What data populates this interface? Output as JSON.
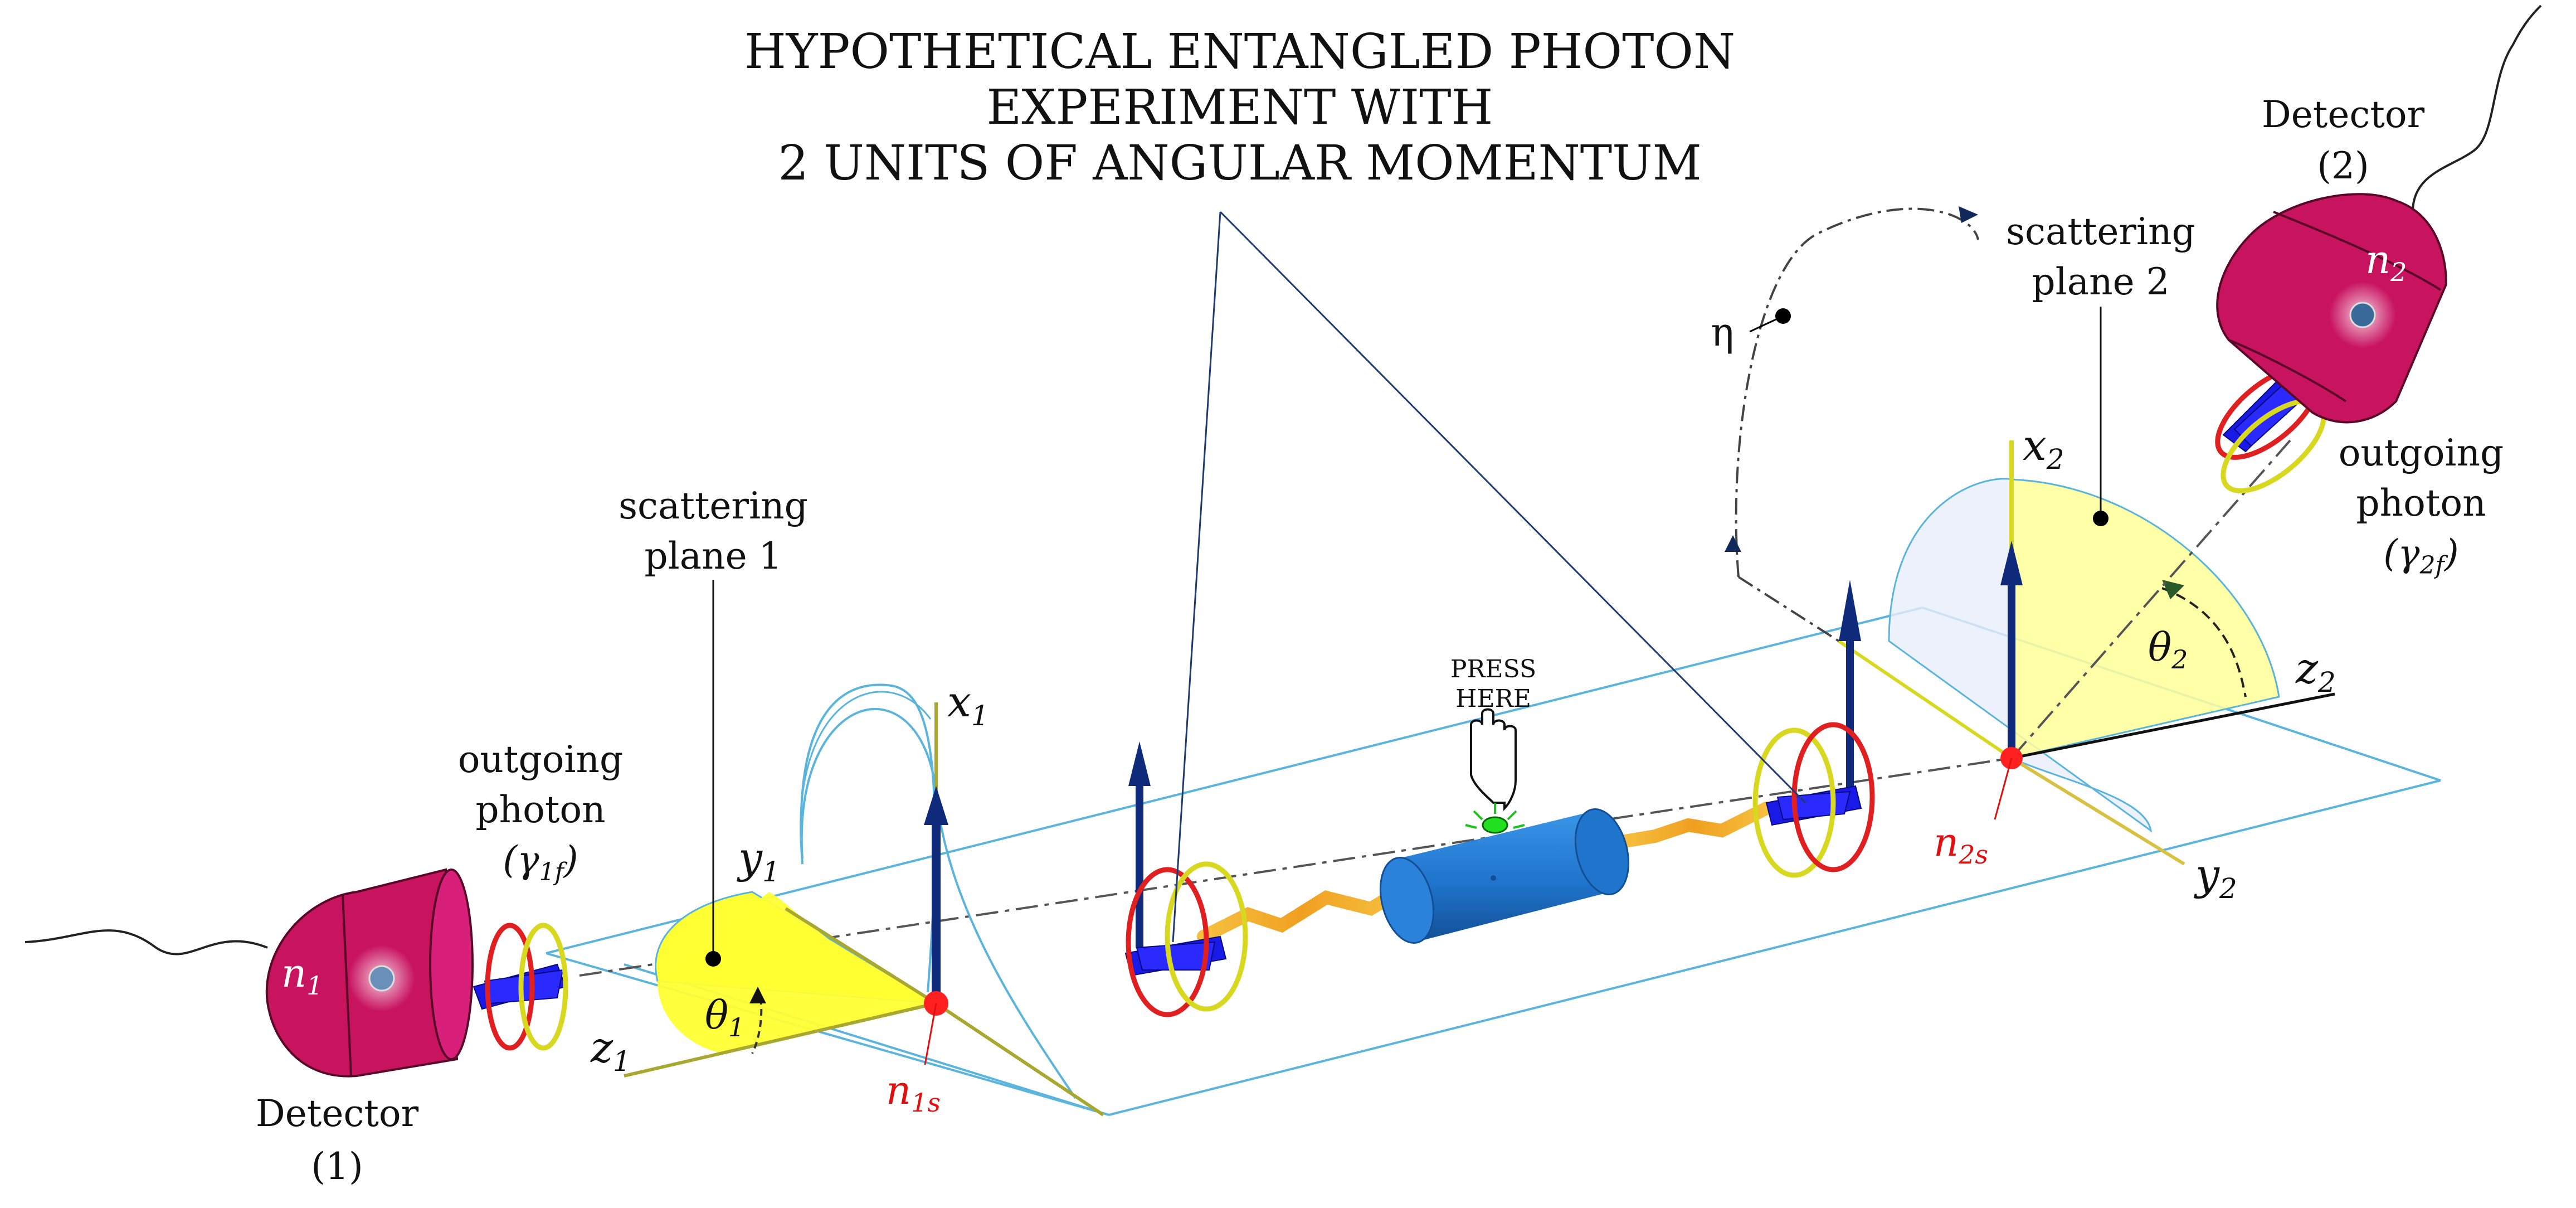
{
  "title": {
    "line1": "HYPOTHETICAL ENTANGLED PHOTON",
    "line2": "EXPERIMENT WITH",
    "line3": "2 UNITS OF ANGULAR MOMENTUM"
  },
  "detector1": {
    "name": "Detector",
    "number": "(1)",
    "n_base": "n",
    "n_sub": "1"
  },
  "detector2": {
    "name": "Detector",
    "number": "(2)",
    "n_base": "n",
    "n_sub": "2"
  },
  "photon1": {
    "line1": "outgoing",
    "line2": "photon",
    "gamma": "(γ",
    "sub": "1f",
    "close": ")"
  },
  "photon2": {
    "line1": "outgoing",
    "line2": "photon",
    "gamma": "(γ",
    "sub": "2f",
    "close": ")"
  },
  "plane1": {
    "line1": "scattering",
    "line2": "plane 1"
  },
  "plane2": {
    "line1": "scattering",
    "line2": "plane 2"
  },
  "axes1": {
    "x": "x",
    "x_sub": "1",
    "y": "y",
    "y_sub": "1",
    "z": "z",
    "z_sub": "1",
    "theta": "θ",
    "theta_sub": "1"
  },
  "axes2": {
    "x": "x",
    "x_sub": "2",
    "y": "y",
    "y_sub": "2",
    "z": "z",
    "z_sub": "2",
    "theta": "θ",
    "theta_sub": "2"
  },
  "scatter1": {
    "base": "n",
    "sub": "1s"
  },
  "scatter2": {
    "base": "n",
    "sub": "2s"
  },
  "eta": "η",
  "source_button": {
    "line1": "PRESS",
    "line2": "HERE"
  },
  "colors": {
    "detector": "#c8135f",
    "detector_dark": "#8e0c44",
    "source": "#1e78d0",
    "plane_yellow": "#ffff33",
    "spin_arrow": "#0f2a7a",
    "photon_blue": "#1a1ae6",
    "ring_red": "#e02020",
    "ring_yellow": "#d8d820",
    "box_line": "#5ab4dc",
    "red_label": "#e01010",
    "beam": "#f0a020"
  }
}
